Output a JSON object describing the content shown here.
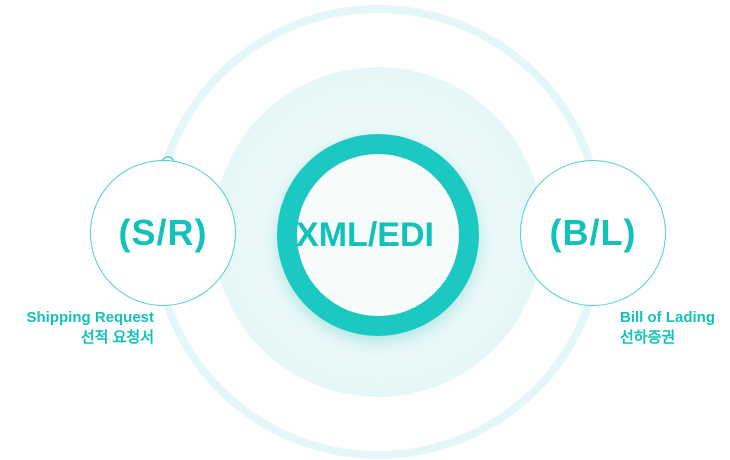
{
  "center": {
    "label": "XML/EDI"
  },
  "left_node": {
    "abbr": "(S/R)",
    "name_en": "Shipping Request",
    "name_ko": "선적 요청서"
  },
  "right_node": {
    "abbr": "(B/L)",
    "name_en": "Bill of Lading",
    "name_ko": "선하증권"
  },
  "colors": {
    "accent": "#13c1bb",
    "ring_light": "#e3f7f8",
    "inner_fill": "#e8f8f9"
  }
}
